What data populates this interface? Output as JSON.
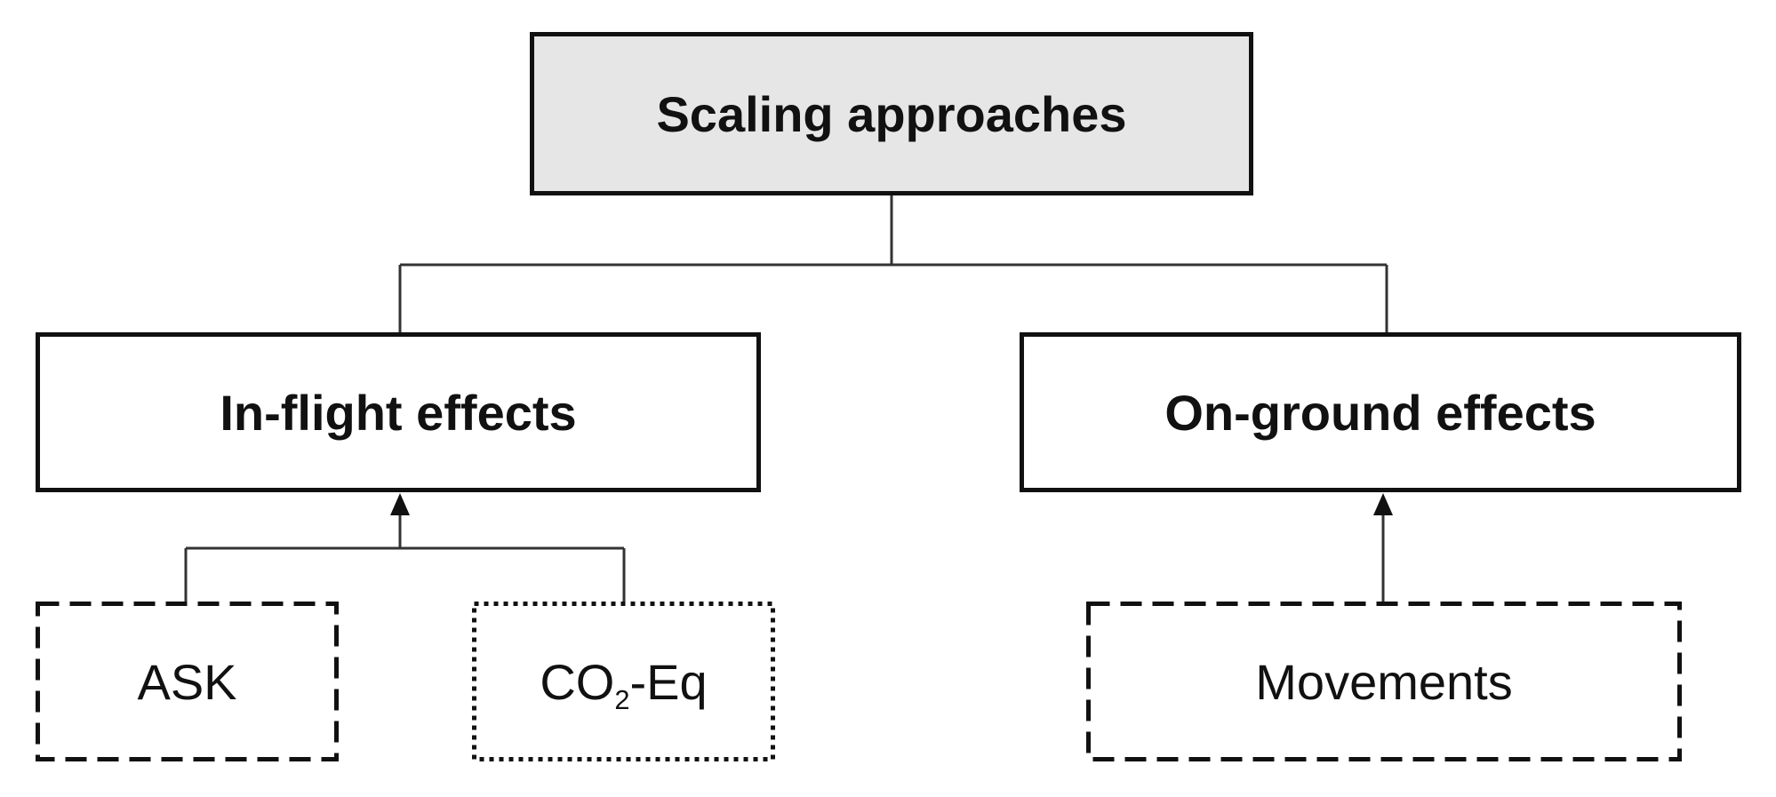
{
  "diagram": {
    "root": {
      "label": "Scaling approaches"
    },
    "categories": [
      {
        "label": "In-flight effects"
      },
      {
        "label": "On-ground effects"
      }
    ],
    "leaves": [
      {
        "label": "ASK",
        "border": "dashed"
      },
      {
        "label_main": "CO",
        "label_sub": "2",
        "label_suffix": "-Eq",
        "border": "dotted"
      },
      {
        "label": "Movements",
        "border": "dashed"
      }
    ]
  },
  "colors": {
    "line": "#111111",
    "root_fill": "#e6e6e6",
    "box_fill": "#ffffff"
  }
}
